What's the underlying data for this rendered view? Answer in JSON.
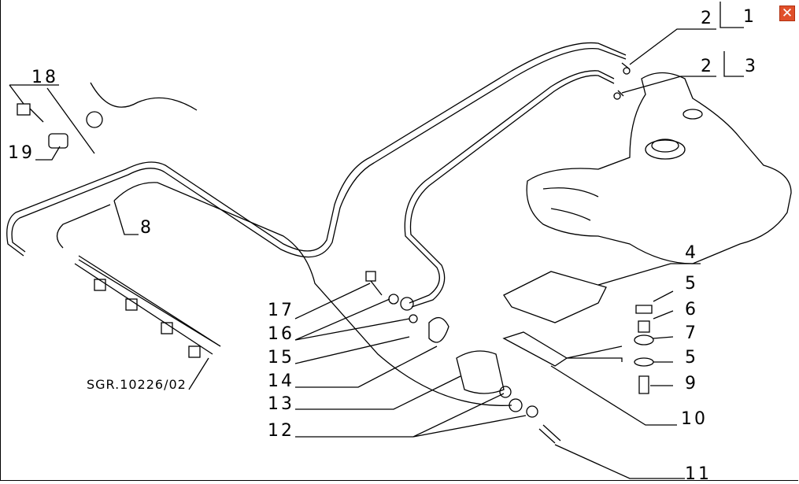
{
  "close_button": {
    "icon": "close-icon",
    "glyph": "✕",
    "color": "#e0502a"
  },
  "drawing_code": "SGR.10226/02",
  "callouts": {
    "c1": "1",
    "c2a": "2",
    "c2b": "2",
    "c3": "3",
    "c4": "4",
    "c5a": "5",
    "c6": "6",
    "c7": "7",
    "c5b": "5",
    "c9": "9",
    "c10": "10",
    "c11": "11",
    "c8": "8",
    "c18": "18",
    "c19": "19",
    "c17": "17",
    "c16": "16",
    "c15": "15",
    "c14": "14",
    "c13": "13",
    "c12": "12"
  }
}
